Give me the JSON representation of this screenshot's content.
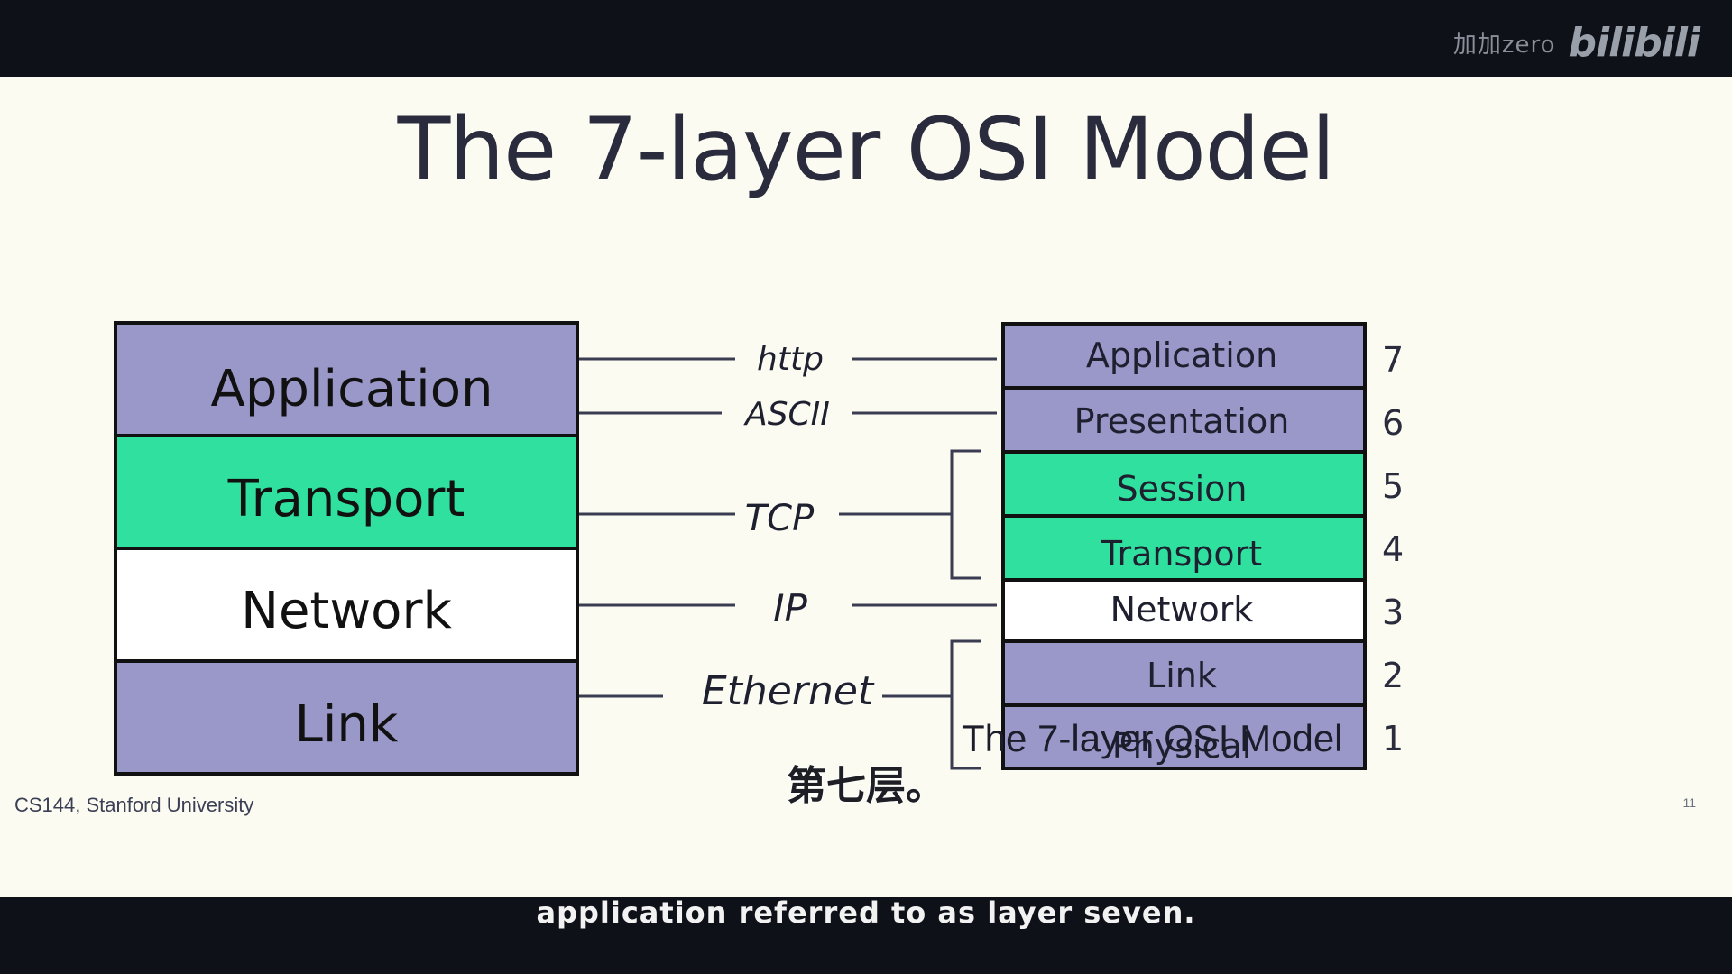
{
  "watermark": {
    "author": "加加zero",
    "logo": "bilibili"
  },
  "slide": {
    "title": "The 7-layer OSI Model",
    "right_caption": "The 7-layer OSI Model",
    "footer_left": "CS144, Stanford University",
    "page_number": "11"
  },
  "diagram": {
    "left_stack": [
      {
        "label": "Application",
        "color": "#9a98c8"
      },
      {
        "label": "Transport",
        "color": "#30e09f"
      },
      {
        "label": "Network",
        "color": "#ffffff"
      },
      {
        "label": "Link",
        "color": "#9a98c8"
      }
    ],
    "protocols": [
      {
        "label": "http"
      },
      {
        "label": "ASCII"
      },
      {
        "label": "TCP"
      },
      {
        "label": "IP"
      },
      {
        "label": "Ethernet"
      }
    ],
    "right_stack": [
      {
        "label": "Application",
        "number": "7",
        "color": "#9a98c8"
      },
      {
        "label": "Presentation",
        "number": "6",
        "color": "#9a98c8"
      },
      {
        "label": "Session",
        "number": "5",
        "color": "#30e09f"
      },
      {
        "label": "Transport",
        "number": "4",
        "color": "#30e09f"
      },
      {
        "label": "Network",
        "number": "3",
        "color": "#ffffff"
      },
      {
        "label": "Link",
        "number": "2",
        "color": "#9a98c8"
      },
      {
        "label": "Physical",
        "number": "1",
        "color": "#9a98c8"
      }
    ]
  },
  "subtitles": {
    "chinese": "第七层。",
    "english": "application referred to as layer seven."
  }
}
